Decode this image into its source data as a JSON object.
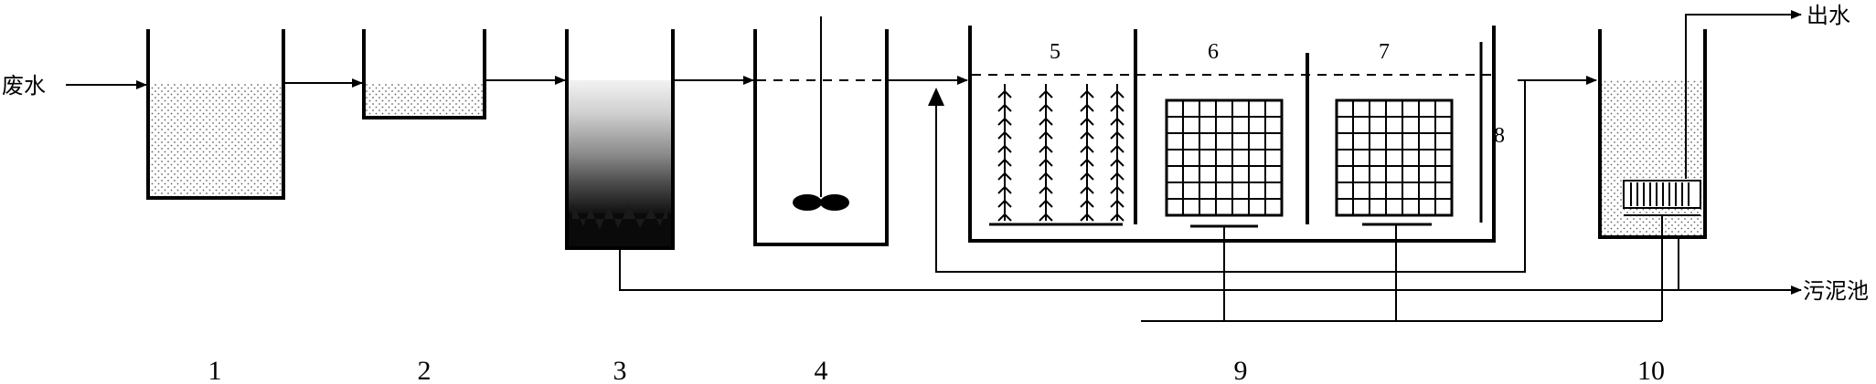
{
  "labels": {
    "inlet": "废水",
    "outlet": "出水",
    "sludge": "污泥池",
    "n1": "1",
    "n2": "2",
    "n3": "3",
    "n4": "4",
    "n5": "5",
    "n6": "6",
    "n7": "7",
    "n8": "8",
    "n9": "9",
    "n10": "10"
  },
  "colors": {
    "line": "#000000",
    "water_dots": "#777777",
    "background": "#ffffff"
  }
}
